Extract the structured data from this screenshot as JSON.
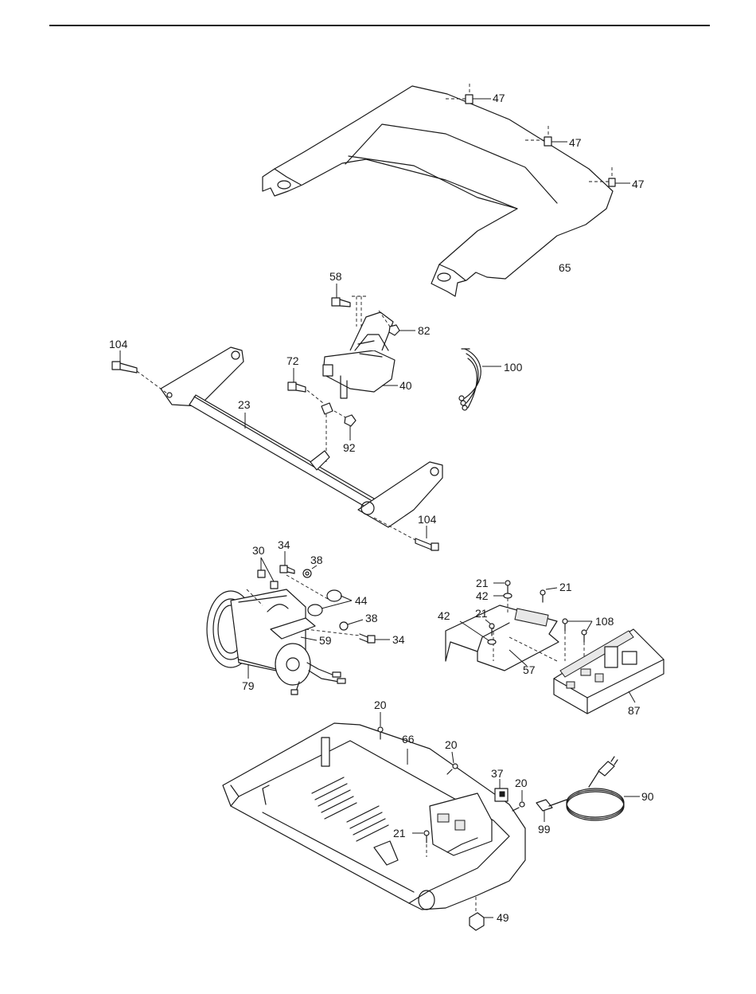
{
  "callouts": {
    "c47a": "47",
    "c47b": "47",
    "c47c": "47",
    "c65": "65",
    "c58": "58",
    "c82": "82",
    "c104a": "104",
    "c72": "72",
    "c100": "100",
    "c40": "40",
    "c23": "23",
    "c92": "92",
    "c104b": "104",
    "c30": "30",
    "c34a": "34",
    "c38a": "38",
    "c44": "44",
    "c38b": "38",
    "c59": "59",
    "c34b": "34",
    "c79": "79",
    "c21a": "21",
    "c42a": "42",
    "c21b": "21",
    "c42b": "42",
    "c21c": "21",
    "c108": "108",
    "c57": "57",
    "c87": "87",
    "c20a": "20",
    "c66": "66",
    "c20b": "20",
    "c37": "37",
    "c20c": "20",
    "c90": "90",
    "c99": "99",
    "c21d": "21",
    "c49": "49"
  }
}
